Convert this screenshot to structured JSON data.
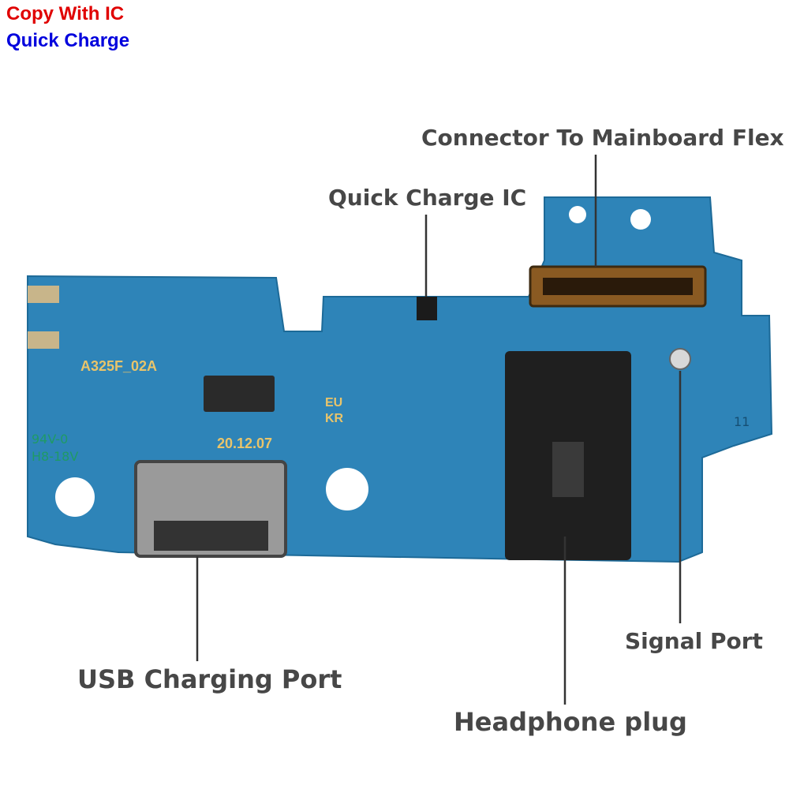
{
  "header": {
    "line1": "Copy With IC",
    "line2": "Quick Charge",
    "line1_color": "#e00000",
    "line2_color": "#0000dd"
  },
  "callouts": {
    "connector": "Connector To Mainboard Flex",
    "quick_ic": "Quick Charge IC",
    "usb": "USB Charging Port",
    "headphone": "Headphone plug",
    "signal": "Signal Port"
  },
  "board": {
    "model": "A325F_02A",
    "date": "20.12.07",
    "region1": "EU",
    "region2": "KR",
    "rating1": "94V-0",
    "rating2": "H8-18V",
    "num": "11",
    "pcb_color": "#2e84b8"
  }
}
